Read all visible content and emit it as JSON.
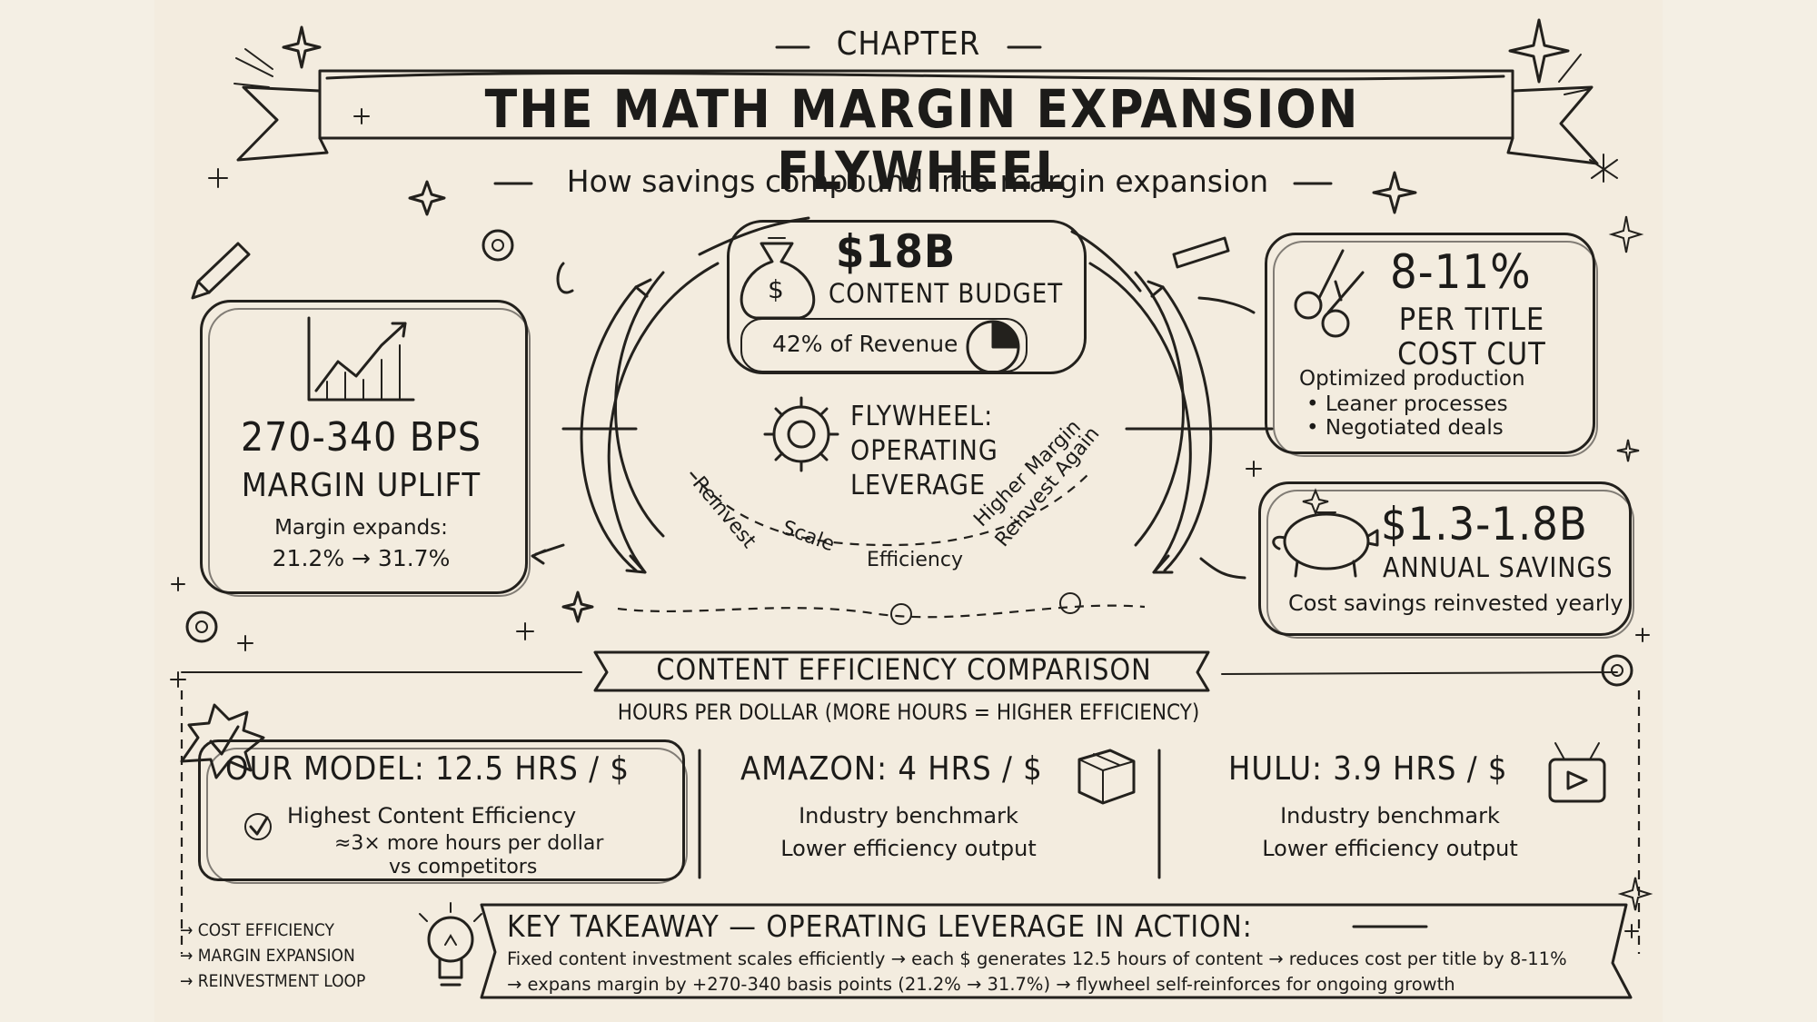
{
  "header": {
    "chapter": "CHAPTER",
    "title": "THE MATH MARGIN EXPANSION FLYWHEEL",
    "subtitle": "How savings compound into margin expansion"
  },
  "budget": {
    "value": "$18B",
    "label": "CONTENT BUDGET",
    "note": "42% of Revenue"
  },
  "flywheel": {
    "title_line1": "FLYWHEEL:",
    "title_line2": "OPERATING",
    "title_line3": "LEVERAGE",
    "steps": [
      "Reinvest",
      "Scale",
      "Efficiency",
      "Higher Margin",
      "Reinvest Again"
    ]
  },
  "margin": {
    "value": "270-340 BPS",
    "label": "MARGIN UPLIFT",
    "note_line1": "Margin expands:",
    "note_line2": "21.2% → 31.7%"
  },
  "cost": {
    "value": "8-11%",
    "label_line1": "PER TITLE",
    "label_line2": "COST CUT",
    "note": "Optimized production",
    "bullets": [
      "Leaner processes",
      "Negotiated deals"
    ]
  },
  "savings": {
    "value": "$1.3-1.8B",
    "label": "ANNUAL SAVINGS",
    "note": "Cost savings reinvested yearly"
  },
  "comparison": {
    "title": "CONTENT EFFICIENCY COMPARISON",
    "subtitle": "HOURS PER DOLLAR (MORE HOURS = HIGHER EFFICIENCY)",
    "ours": {
      "title": "OUR MODEL: 12.5 HRS / $",
      "line1": "Highest Content Efficiency",
      "line2": "≈3× more hours per dollar",
      "line3": "vs competitors"
    },
    "amazon": {
      "title": "AMAZON: 4 HRS / $",
      "line1": "Industry benchmark",
      "line2": "Lower efficiency output"
    },
    "hulu": {
      "title": "HULU: 3.9 HRS / $",
      "line1": "Industry benchmark",
      "line2": "Lower efficiency output"
    }
  },
  "sidelist": [
    "→ COST EFFICIENCY",
    "→ MARGIN EXPANSION",
    "→ REINVESTMENT LOOP"
  ],
  "takeaway": {
    "title": "KEY TAKEAWAY — OPERATING LEVERAGE IN ACTION:",
    "line1": "Fixed content investment scales efficiently → each $ generates 12.5 hours of content → reduces cost per title by 8-11%",
    "line2": "→ expans margin by +270-340 basis points (21.2% → 31.7%) → flywheel self-reinforces for ongoing growth"
  },
  "icons": [
    "trend-chart-icon",
    "money-bag-icon",
    "pie-chart-icon",
    "gear-icon",
    "scissors-icon",
    "piggy-bank-icon",
    "box-icon",
    "tv-icon",
    "lightbulb-icon",
    "check-icon",
    "pencil-icon",
    "sparkle-icon"
  ]
}
